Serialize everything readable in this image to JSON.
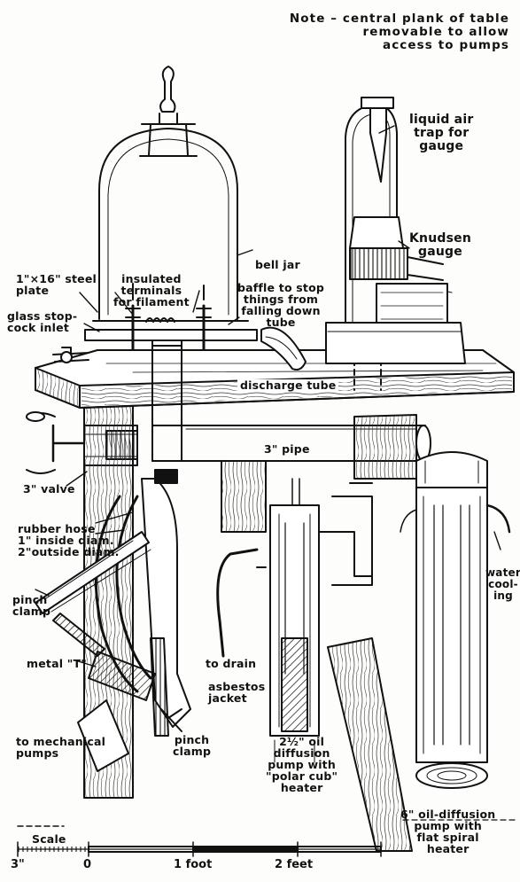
{
  "note": [
    "Note – central plank of table",
    "removable to allow",
    "access to pumps"
  ],
  "labels": {
    "liquid_air_trap": [
      "liquid air",
      "trap for",
      "gauge"
    ],
    "knudsen_gauge": [
      "Knudsen",
      "gauge"
    ],
    "bell_jar": "bell jar",
    "steel_plate": [
      "1\"×16\" steel",
      "plate"
    ],
    "insulated_terminals": [
      "insulated",
      "terminals",
      "for filament"
    ],
    "baffle": [
      "baffle to stop",
      "things from",
      "falling down",
      "tube"
    ],
    "glass_stopcock": [
      "glass stop-",
      "cock inlet"
    ],
    "discharge_tube": "discharge tube",
    "pipe_3in": "3\" pipe",
    "valve_3in": "3\" valve",
    "rubber_hose": [
      "rubber hose",
      "1\" inside diam.",
      "2\"outside diam."
    ],
    "water_cooling": [
      "water",
      "cool-",
      "ing"
    ],
    "pinch_clamp_left": [
      "pinch",
      "clamp"
    ],
    "metal_t": "metal \"T\"",
    "to_drain": "to drain",
    "asbestos_jacket": [
      "asbestos",
      "jacket"
    ],
    "to_mechanical_pumps": [
      "to mechanical",
      "pumps"
    ],
    "pinch_clamp_bottom": [
      "pinch",
      "clamp"
    ],
    "oil_pump_small": [
      "2½\" oil",
      "diffusion",
      "pump with",
      "\"polar cub\"",
      "heater"
    ],
    "oil_pump_large": [
      "6\" oil-diffusion",
      "pump with",
      "flat spiral",
      "heater"
    ]
  },
  "scale": {
    "title": "Scale",
    "ticks": [
      "3\"",
      "0",
      "1 foot",
      "2 feet"
    ]
  },
  "colors": {
    "ink": "#111111",
    "paper": "#fdfdfb"
  }
}
